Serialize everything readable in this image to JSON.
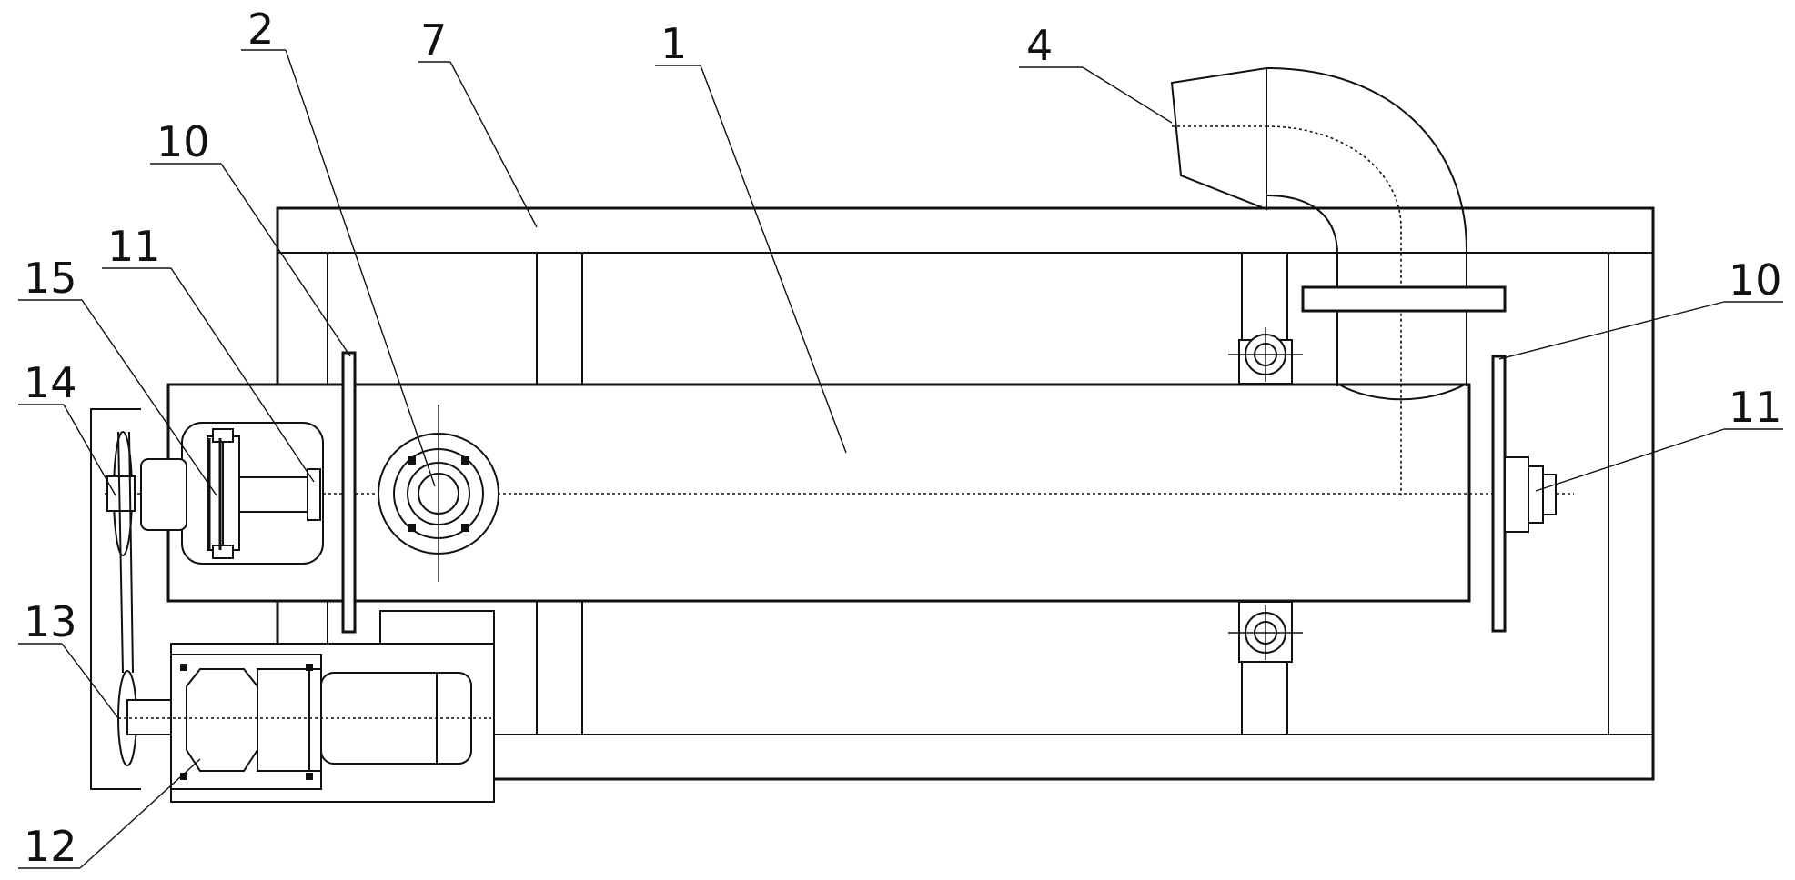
{
  "labels": {
    "l1": "1",
    "l2": "2",
    "l4": "4",
    "l7": "7",
    "l10a": "10",
    "l10b": "10",
    "l11a": "11",
    "l11b": "11",
    "l12": "12",
    "l13": "13",
    "l14": "14",
    "l15": "15"
  }
}
